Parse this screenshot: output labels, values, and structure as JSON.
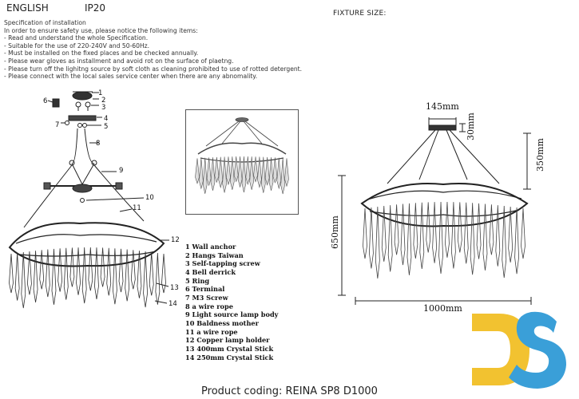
{
  "header": {
    "language": "ENGLISH",
    "ip_rating": "IP20",
    "fixture_size_label": "FIXTURE SIZE:"
  },
  "instructions": {
    "title": "Specification of installation",
    "lines": [
      "In order to ensure safety use, please notice the following items:",
      "- Read and understand the whole Specification.",
      "- Suitable for the use of 220-240V and 50-60Hz.",
      "- Must be installed on the fixed places and be checked annually.",
      "- Please wear gloves as installment and avoid rot on the surface of plaetng.",
      "- Please turn off the lighitng source by soft cloth as cleaning prohibited to use of rotted detergent.",
      "- Please connect with the local sales service center when there are any abnomality."
    ]
  },
  "parts_legend": [
    "1 Wall anchor",
    "2 Hangs Taiwan",
    "3 Self-tapping screw",
    "4 Bell derrick",
    "5 Ring",
    "6 Terminal",
    "7 M3 Screw",
    "8 a wire rope",
    "9 Light source lamp body",
    "10 Baldness mother",
    "11 a wire rope",
    "12 Copper lamp holder",
    "13 400mm Crystal Stick",
    "14 250mm Crystal Stick"
  ],
  "callouts": [
    "1",
    "2",
    "3",
    "4",
    "5",
    "6",
    "7",
    "8",
    "9",
    "10",
    "11",
    "12",
    "13",
    "14"
  ],
  "dimensions": {
    "canopy_width": "145mm",
    "canopy_height": "30mm",
    "drop_height": "350mm",
    "body_height": "650mm",
    "diameter": "1000mm"
  },
  "footer": {
    "product_coding": "Product coding: REINA SP8 D1000"
  },
  "logo": {
    "text": "DS",
    "colors": {
      "D": "#f2c230",
      "S": "#3a9fd8"
    }
  }
}
